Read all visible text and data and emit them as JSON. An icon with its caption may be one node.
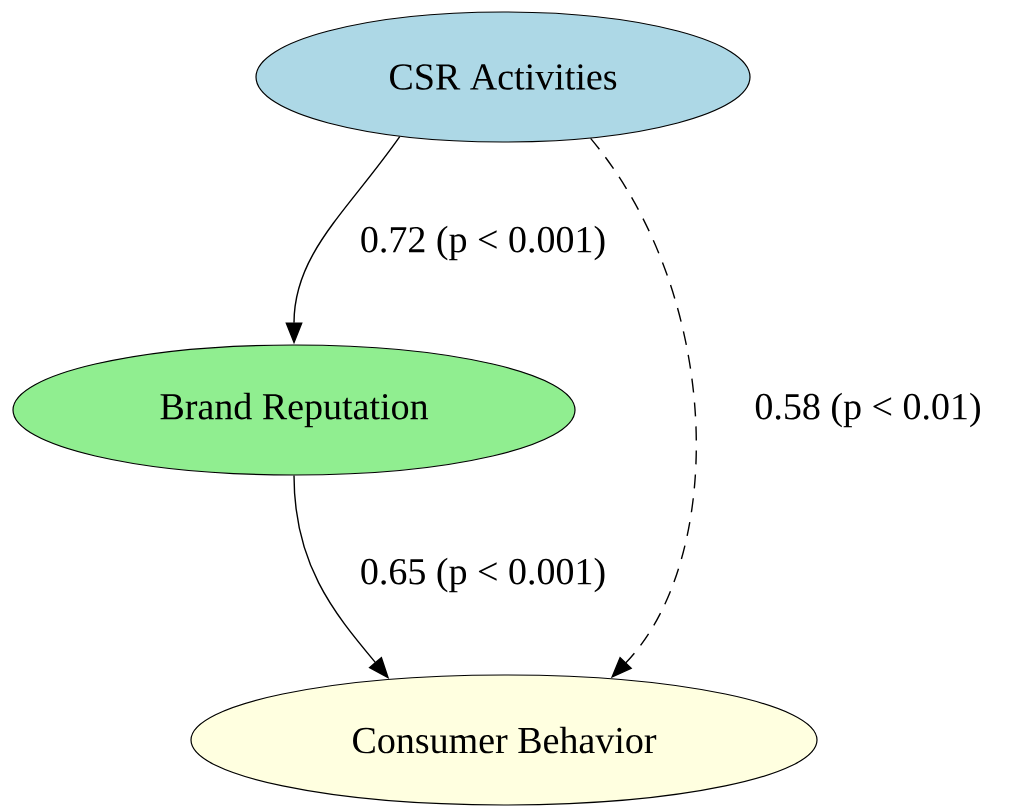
{
  "diagram": {
    "nodes": [
      {
        "text": [
          "CSR Activities"
        ]
      },
      {
        "text": [
          "Brand Reputation"
        ]
      },
      {
        "text": [
          "Consumer Behavior"
        ]
      }
    ],
    "edges": [
      {
        "from": 0,
        "to": 1,
        "arrow": "to",
        "label": "0.72 (p < 0.001)"
      },
      {
        "from": 1,
        "to": 2,
        "arrow": "to",
        "label": "0.65 (p < 0.001)"
      },
      {
        "from": 0,
        "to": 2,
        "arrow": "to",
        "label": "0.58 (p < 0.01)",
        "style": "dashed"
      }
    ]
  }
}
